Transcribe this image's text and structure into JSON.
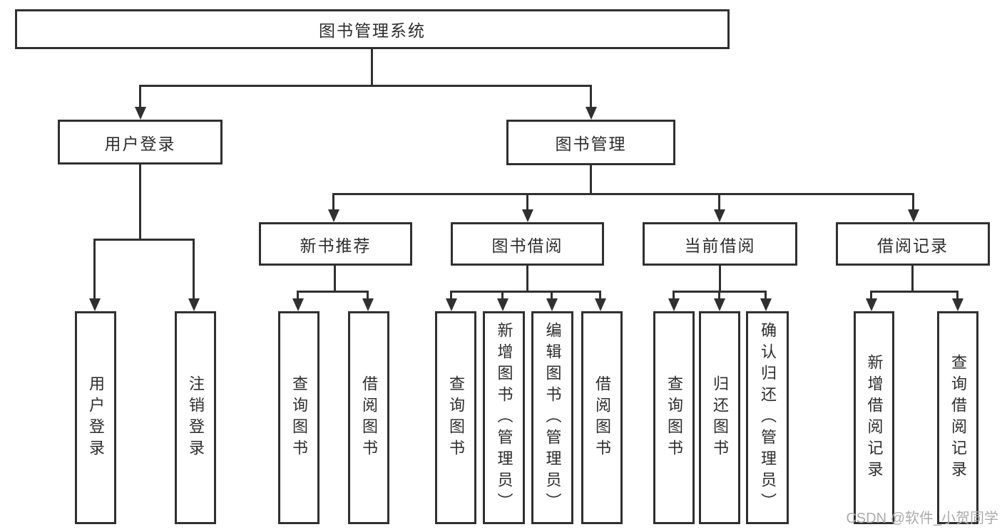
{
  "diagram": {
    "root": {
      "label": "图书管理系统"
    },
    "level2": {
      "user_login": {
        "label": "用户登录"
      },
      "book_mgmt": {
        "label": "图书管理"
      }
    },
    "level3": {
      "new_book": {
        "label": "新书推荐"
      },
      "book_borrow": {
        "label": "图书借阅"
      },
      "current_borrow": {
        "label": "当前借阅"
      },
      "borrow_records": {
        "label": "借阅记录"
      }
    },
    "leaves": {
      "login": {
        "label": "用户登录"
      },
      "logout": {
        "label": "注销登录"
      },
      "nb_query": {
        "label": "查询图书"
      },
      "nb_borrow": {
        "label": "借阅图书"
      },
      "bb_query": {
        "label": "查询图书"
      },
      "bb_add": {
        "label": "新增图书（管理员）"
      },
      "bb_edit": {
        "label": "编辑图书（管理员）"
      },
      "bb_borrow": {
        "label": "借阅图书"
      },
      "cb_query": {
        "label": "查询图书"
      },
      "cb_return": {
        "label": "归还图书"
      },
      "cb_confirm": {
        "label": "确认归还（管理员）"
      },
      "br_add": {
        "label": "新增借阅记录"
      },
      "br_query": {
        "label": "查询借阅记录"
      }
    }
  },
  "watermark": {
    "text": "CSDN @软件_小贺同学"
  },
  "colors": {
    "line": "#303030",
    "box_border": "#303030",
    "box_fill": "#ffffff",
    "text": "#2d2d2d",
    "watermark": "#ababab",
    "background": "#ffffff"
  }
}
